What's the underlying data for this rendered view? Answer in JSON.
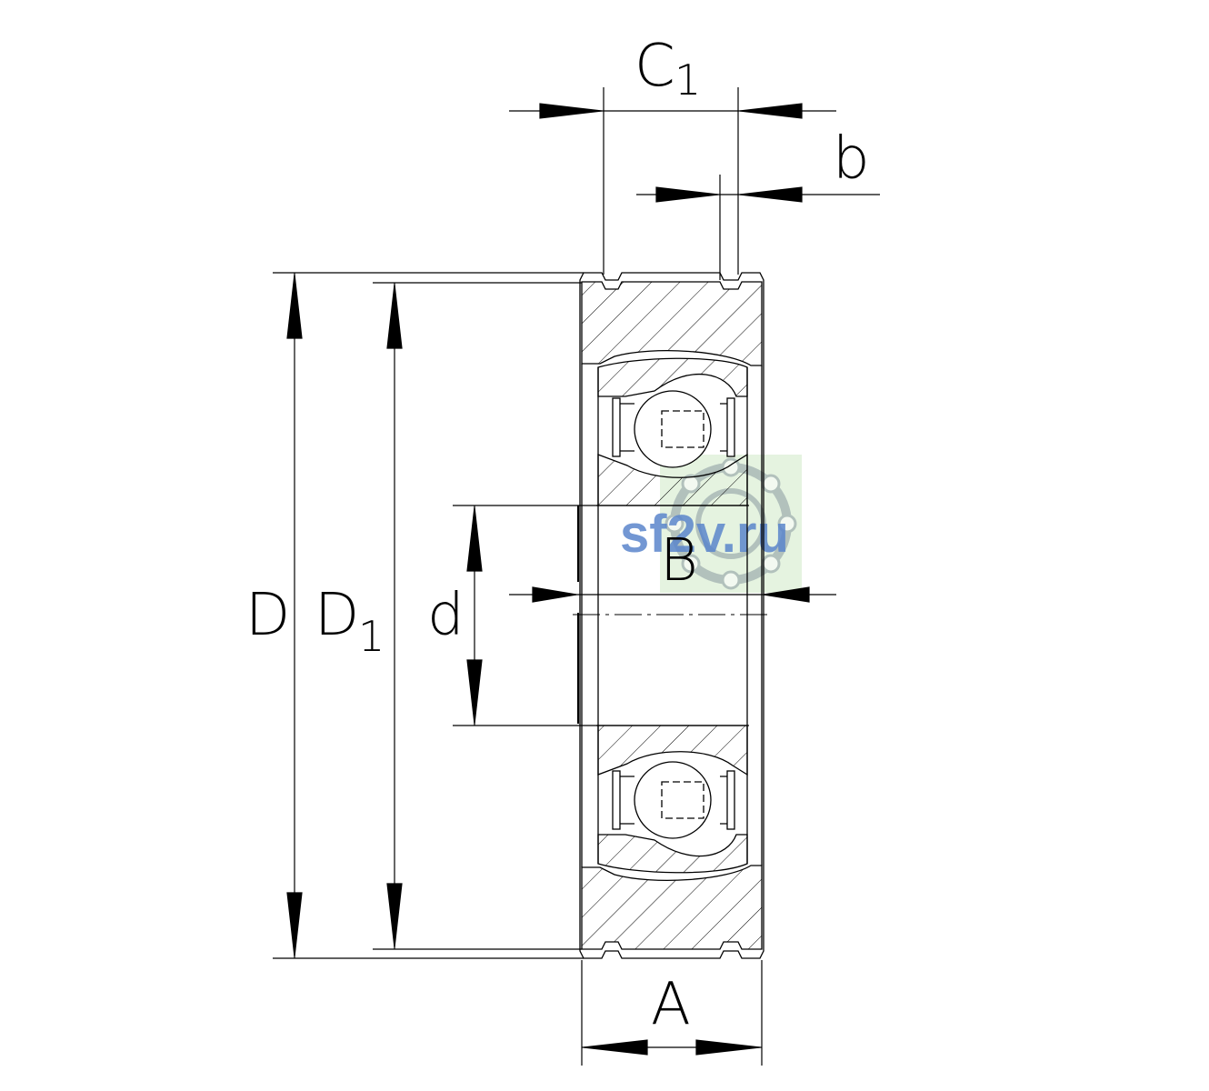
{
  "labels": {
    "c1": {
      "main": "C",
      "sub": "1"
    },
    "b": "b",
    "d_outer": "D",
    "d1": {
      "main": "D",
      "sub": "1"
    },
    "d_bore": "d",
    "b_width": "B",
    "a_width": "A"
  },
  "watermark": {
    "text": "sf2v.ru",
    "color": "#5b86cc",
    "bg_color": "#dff0d8"
  },
  "colors": {
    "line": "#000000",
    "background": "#ffffff"
  }
}
